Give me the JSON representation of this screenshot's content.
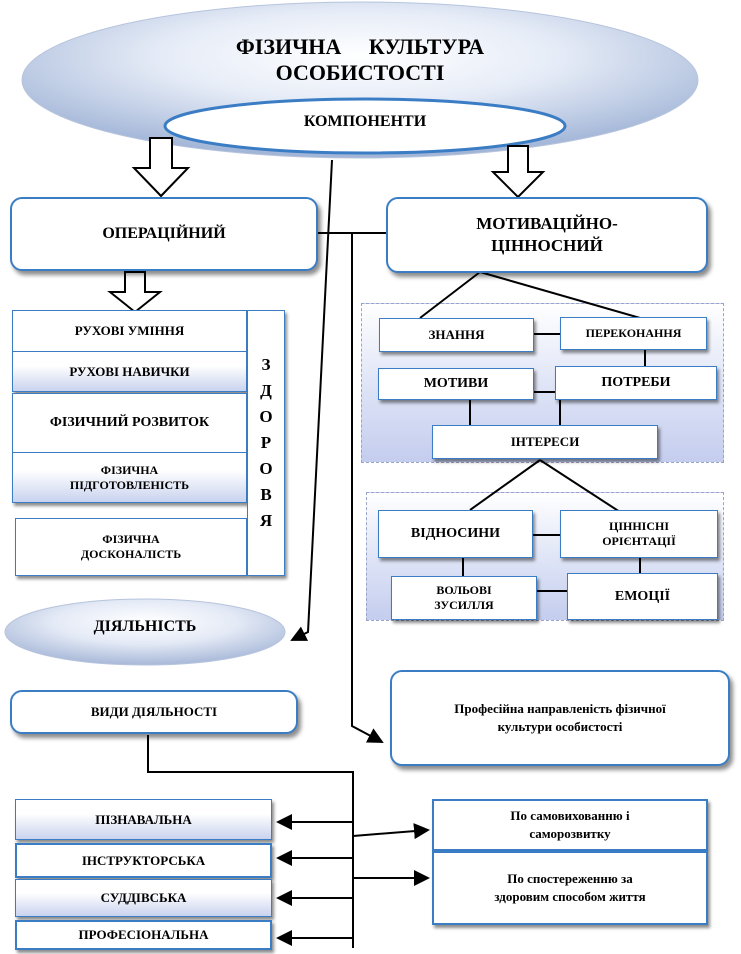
{
  "title": {
    "line1": "ФІЗИЧНА     КУЛЬТУРА",
    "line2": "ОСОБИСТОСТІ"
  },
  "components_label": "КОМПОНЕНТИ",
  "operational": {
    "label": "ОПЕРАЦІЙНИЙ",
    "items": [
      "РУХОВІ УМІННЯ",
      "РУХОВІ НАВИЧКИ",
      "ФІЗИЧНИЙ РОЗВИТОК"
    ],
    "preparedness": {
      "line1": "ФІЗИЧНА",
      "line2": "ПІДГОТОВЛЕНІСТЬ"
    },
    "perfection": {
      "line1": "ФІЗИЧНА",
      "line2": "ДОСКОНАЛІСТЬ"
    },
    "health_letters": [
      "З",
      "Д",
      "О",
      "Р",
      "О",
      "В",
      "Я"
    ]
  },
  "motivational": {
    "label_line1": "МОТИВАЦІЙНО-",
    "label_line2": "ЦІННОСНИЙ",
    "knowledge": "ЗНАННЯ",
    "convictions": "ПЕРЕКОНАННЯ",
    "motives": "МОТИВИ",
    "needs": "ПОТРЕБИ",
    "interests": "ІНТЕРЕСИ",
    "relations": "ВІДНОСИНИ",
    "value_orientations": {
      "line1": "ЦІННІСНІ",
      "line2": "ОРІЄНТАЦІЇ"
    },
    "volitional": {
      "line1": "ВОЛЬОВІ",
      "line2": "ЗУСИЛЛЯ"
    },
    "emotions": "ЕМОЦІЇ"
  },
  "activity": {
    "label": "ДІЯЛЬНІСТЬ",
    "types_label": "ВИДИ ДІЯЛЬНОСТІ",
    "types": [
      "ПІЗНАВАЛЬНА",
      "ІНСТРУКТОРСЬКА",
      "СУДДІВСЬКА",
      "ПРОФЕСІОНАЛЬНА"
    ]
  },
  "professional": {
    "line1": "Професійна направленість фізичної",
    "line2": "культури особистості"
  },
  "self_education": {
    "line1": "По самовихованню і",
    "line2": "саморозвитку"
  },
  "healthy_lifestyle": {
    "line1": "По спостереженню за",
    "line2": "здоровим способом життя"
  },
  "colors": {
    "border": "#3b7dc4",
    "ellipse_fill": "#cdd9ee",
    "panel_fill": "#c4cdee"
  }
}
